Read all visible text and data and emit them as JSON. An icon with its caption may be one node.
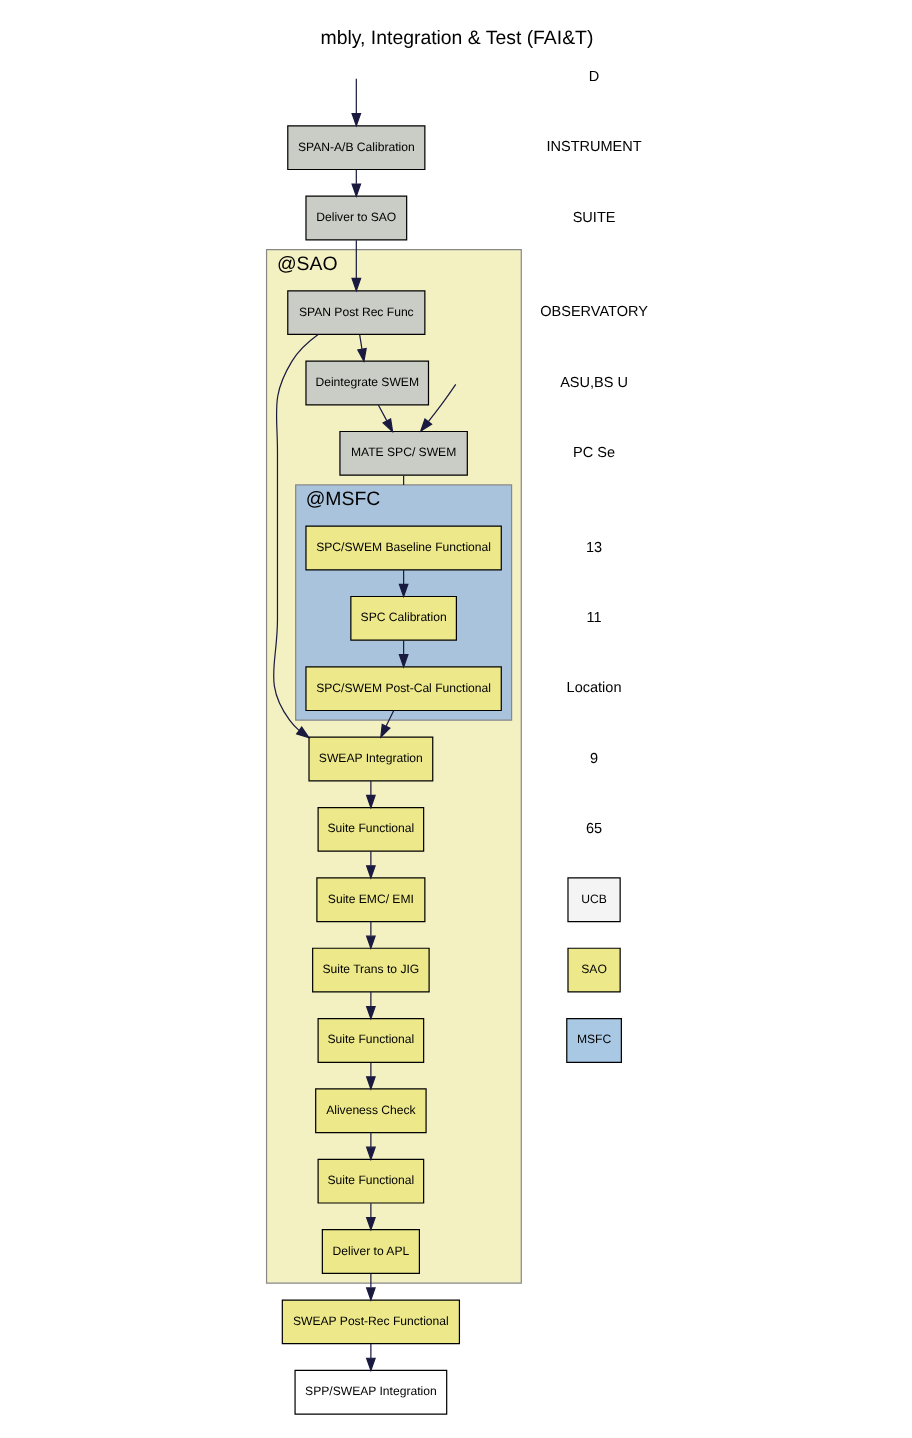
{
  "diagram": {
    "title": "mbly, Integration & Test (FAI&T)",
    "nodes": [
      {
        "text": [
          "@SAO"
        ]
      },
      {
        "text": [
          "Deliver to SAO"
        ]
      },
      {
        "text": [
          "SPAN-A/B Calibration"
        ]
      },
      {
        "text": [
          "SPAN Post Rec Func"
        ],
        "in": 0
      },
      {
        "text": [
          "Deintegrate SWEM"
        ],
        "in": 0
      },
      {
        "text": [
          "MATE SPC/ SWEM"
        ],
        "in": 0
      },
      {
        "text": [
          "@MSFC"
        ],
        "in": 0
      },
      {
        "text": [
          "SPC/SWEM Baseline Functional"
        ],
        "in": 6
      },
      {
        "text": [
          "SPC Calibration"
        ],
        "in": 6
      },
      {
        "text": [
          "SPC/SWEM Post-Cal Functional"
        ],
        "in": 6
      },
      {
        "text": [
          "SWEAP Integration"
        ],
        "in": 0
      },
      {
        "text": [
          "Suite Functional"
        ],
        "in": 0
      },
      {
        "text": [
          "Suite EMC/ EMI"
        ],
        "in": 0
      },
      {
        "text": [
          "Suite Trans to JIG"
        ],
        "in": 0
      },
      {
        "text": [
          "Suite Functional"
        ],
        "in": 0
      },
      {
        "text": [
          "Aliveness Check"
        ],
        "in": 0
      },
      {
        "text": [
          "Suite Functional"
        ],
        "in": 0
      },
      {
        "text": [
          "Deliver to APL"
        ],
        "in": 0
      },
      {
        "text": [
          "SWEAP Post-Rec Functional"
        ]
      },
      {
        "text": [
          "SPP/SWEAP Integration"
        ]
      }
    ],
    "edges": [
      {
        "from": null,
        "to": 2,
        "arrow": "to"
      },
      {
        "from": 2,
        "to": 1,
        "arrow": "to"
      },
      {
        "from": 1,
        "to": 3,
        "arrow": "to"
      },
      {
        "from": 3,
        "to": 4,
        "arrow": "to"
      },
      {
        "from": 4,
        "to": 5,
        "arrow": "to"
      },
      {
        "from": null,
        "to": 5,
        "arrow": "to"
      },
      {
        "from": 5,
        "to": 6,
        "arrow": "none"
      },
      {
        "from": 7,
        "to": 8,
        "arrow": "to"
      },
      {
        "from": 8,
        "to": 9,
        "arrow": "to"
      },
      {
        "from": 9,
        "to": 10,
        "arrow": "to"
      },
      {
        "from": 3,
        "to": 10,
        "arrow": "to"
      },
      {
        "from": 10,
        "to": 11,
        "arrow": "to"
      },
      {
        "from": 11,
        "to": 12,
        "arrow": "to"
      },
      {
        "from": 12,
        "to": 13,
        "arrow": "to"
      },
      {
        "from": 13,
        "to": 14,
        "arrow": "to"
      },
      {
        "from": 14,
        "to": 15,
        "arrow": "to"
      },
      {
        "from": 15,
        "to": 16,
        "arrow": "to"
      },
      {
        "from": 16,
        "to": 17,
        "arrow": "to"
      },
      {
        "from": 17,
        "to": 18,
        "arrow": "to"
      },
      {
        "from": 18,
        "to": 19,
        "arrow": "to"
      }
    ],
    "labels": [
      "D",
      "INSTRUMENT",
      "SUITE",
      "OBSERVATORY",
      "ASU,BS U",
      "PC Se",
      "13",
      "11",
      "Location",
      "9",
      "65"
    ],
    "legend": [
      {
        "text": "UCB",
        "color": "#f4f4f4"
      },
      {
        "text": "SAO",
        "color": "#ede98a"
      },
      {
        "text": "MSFC",
        "color": "#a9c8e4"
      }
    ]
  }
}
